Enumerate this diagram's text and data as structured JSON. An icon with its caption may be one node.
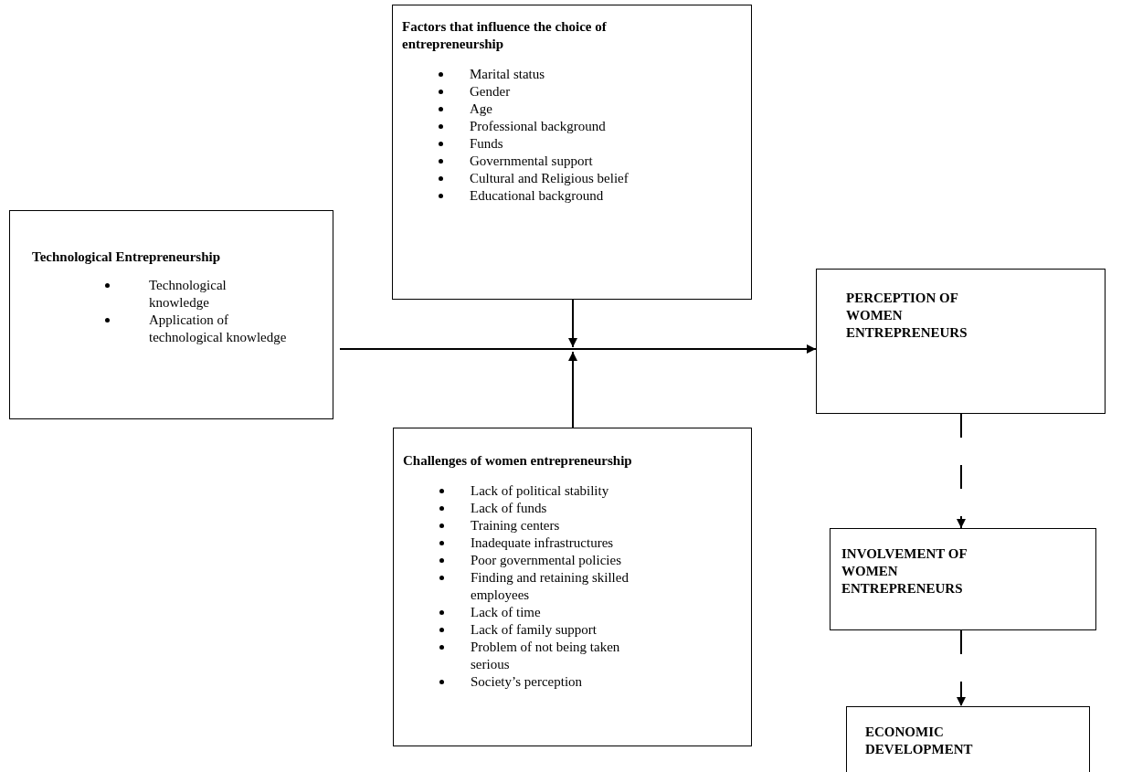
{
  "diagram": {
    "nodes": [
      {
        "text": [
          "Factors that influence the choice of entrepreneurship",
          "Marital status",
          "Gender",
          "Age",
          "Professional background",
          "Funds",
          "Governmental support",
          "Cultural and Religious belief",
          "Educational background"
        ]
      },
      {
        "text": [
          "Technological Entrepreneurship",
          "Technological knowledge",
          "Application of technological knowledge"
        ]
      },
      {
        "text": [
          "Challenges of women entrepreneurship",
          "Lack of political stability",
          "Lack of funds",
          "Training centers",
          "Inadequate infrastructures",
          "Poor governmental policies",
          "Finding and retaining skilled employees",
          "Lack of time",
          "Lack of family support",
          "Problem of not being taken serious",
          "Society’s perception"
        ]
      },
      {
        "text": [
          "PERCEPTION OF WOMEN ENTREPRENEURS"
        ]
      },
      {
        "text": [
          "INVOLVEMENT OF WOMEN ENTREPRENEURS"
        ]
      },
      {
        "text": [
          "ECONOMIC DEVELOPMENT"
        ]
      }
    ],
    "edges": [
      {
        "from": 1,
        "to": 3,
        "arrow": "to"
      },
      {
        "from": 0,
        "to": null,
        "arrow": "to"
      },
      {
        "from": 2,
        "to": null,
        "arrow": "to"
      },
      {
        "from": 3,
        "to": 4,
        "arrow": "to",
        "style": "dashed"
      },
      {
        "from": 4,
        "to": 5,
        "arrow": "to",
        "style": "dashed"
      }
    ]
  }
}
